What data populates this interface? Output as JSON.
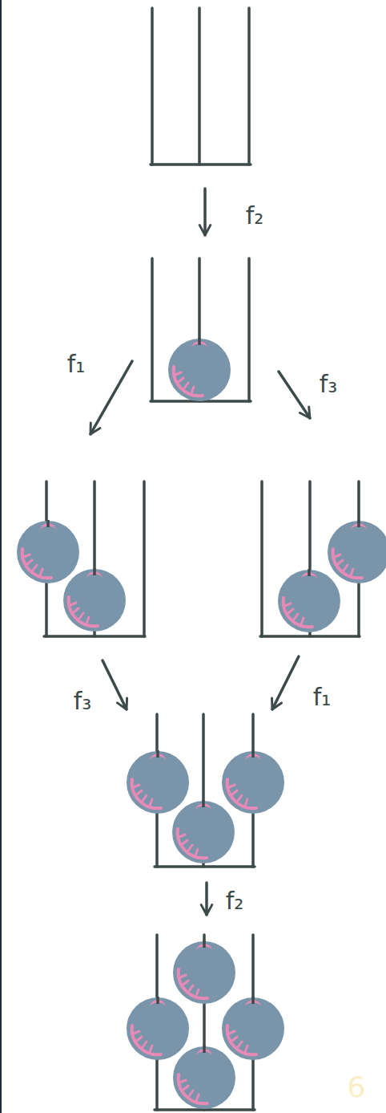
{
  "diagram": {
    "labels": [
      "f₂",
      "f₁",
      "f₃",
      "f₃",
      "f₁",
      "f₂",
      "6"
    ]
  }
}
